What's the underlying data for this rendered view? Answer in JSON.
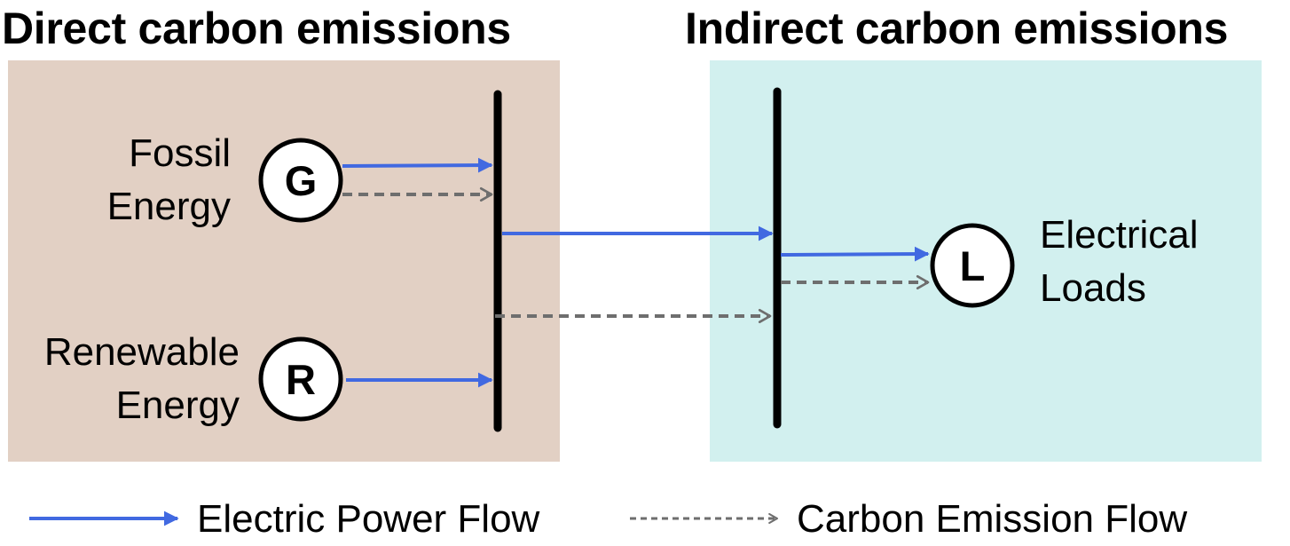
{
  "headings": {
    "direct": "Direct carbon emissions",
    "indirect": "Indirect carbon emissions"
  },
  "nodes": {
    "fossil": {
      "symbol": "G",
      "label_line1": "Fossil",
      "label_line2": "Energy"
    },
    "renewable": {
      "symbol": "R",
      "label_line1": "Renewable",
      "label_line2": "Energy"
    },
    "loads": {
      "symbol": "L",
      "label_line1": "Electrical",
      "label_line2": "Loads"
    }
  },
  "legend": {
    "power": "Electric Power Flow",
    "carbon": "Carbon Emission Flow"
  },
  "colors": {
    "direct_panel": "#e2d0c4",
    "indirect_panel": "#d2f0ef",
    "power_flow": "#4169e1",
    "carbon_flow": "#6e6e6e",
    "bus": "#000000"
  }
}
